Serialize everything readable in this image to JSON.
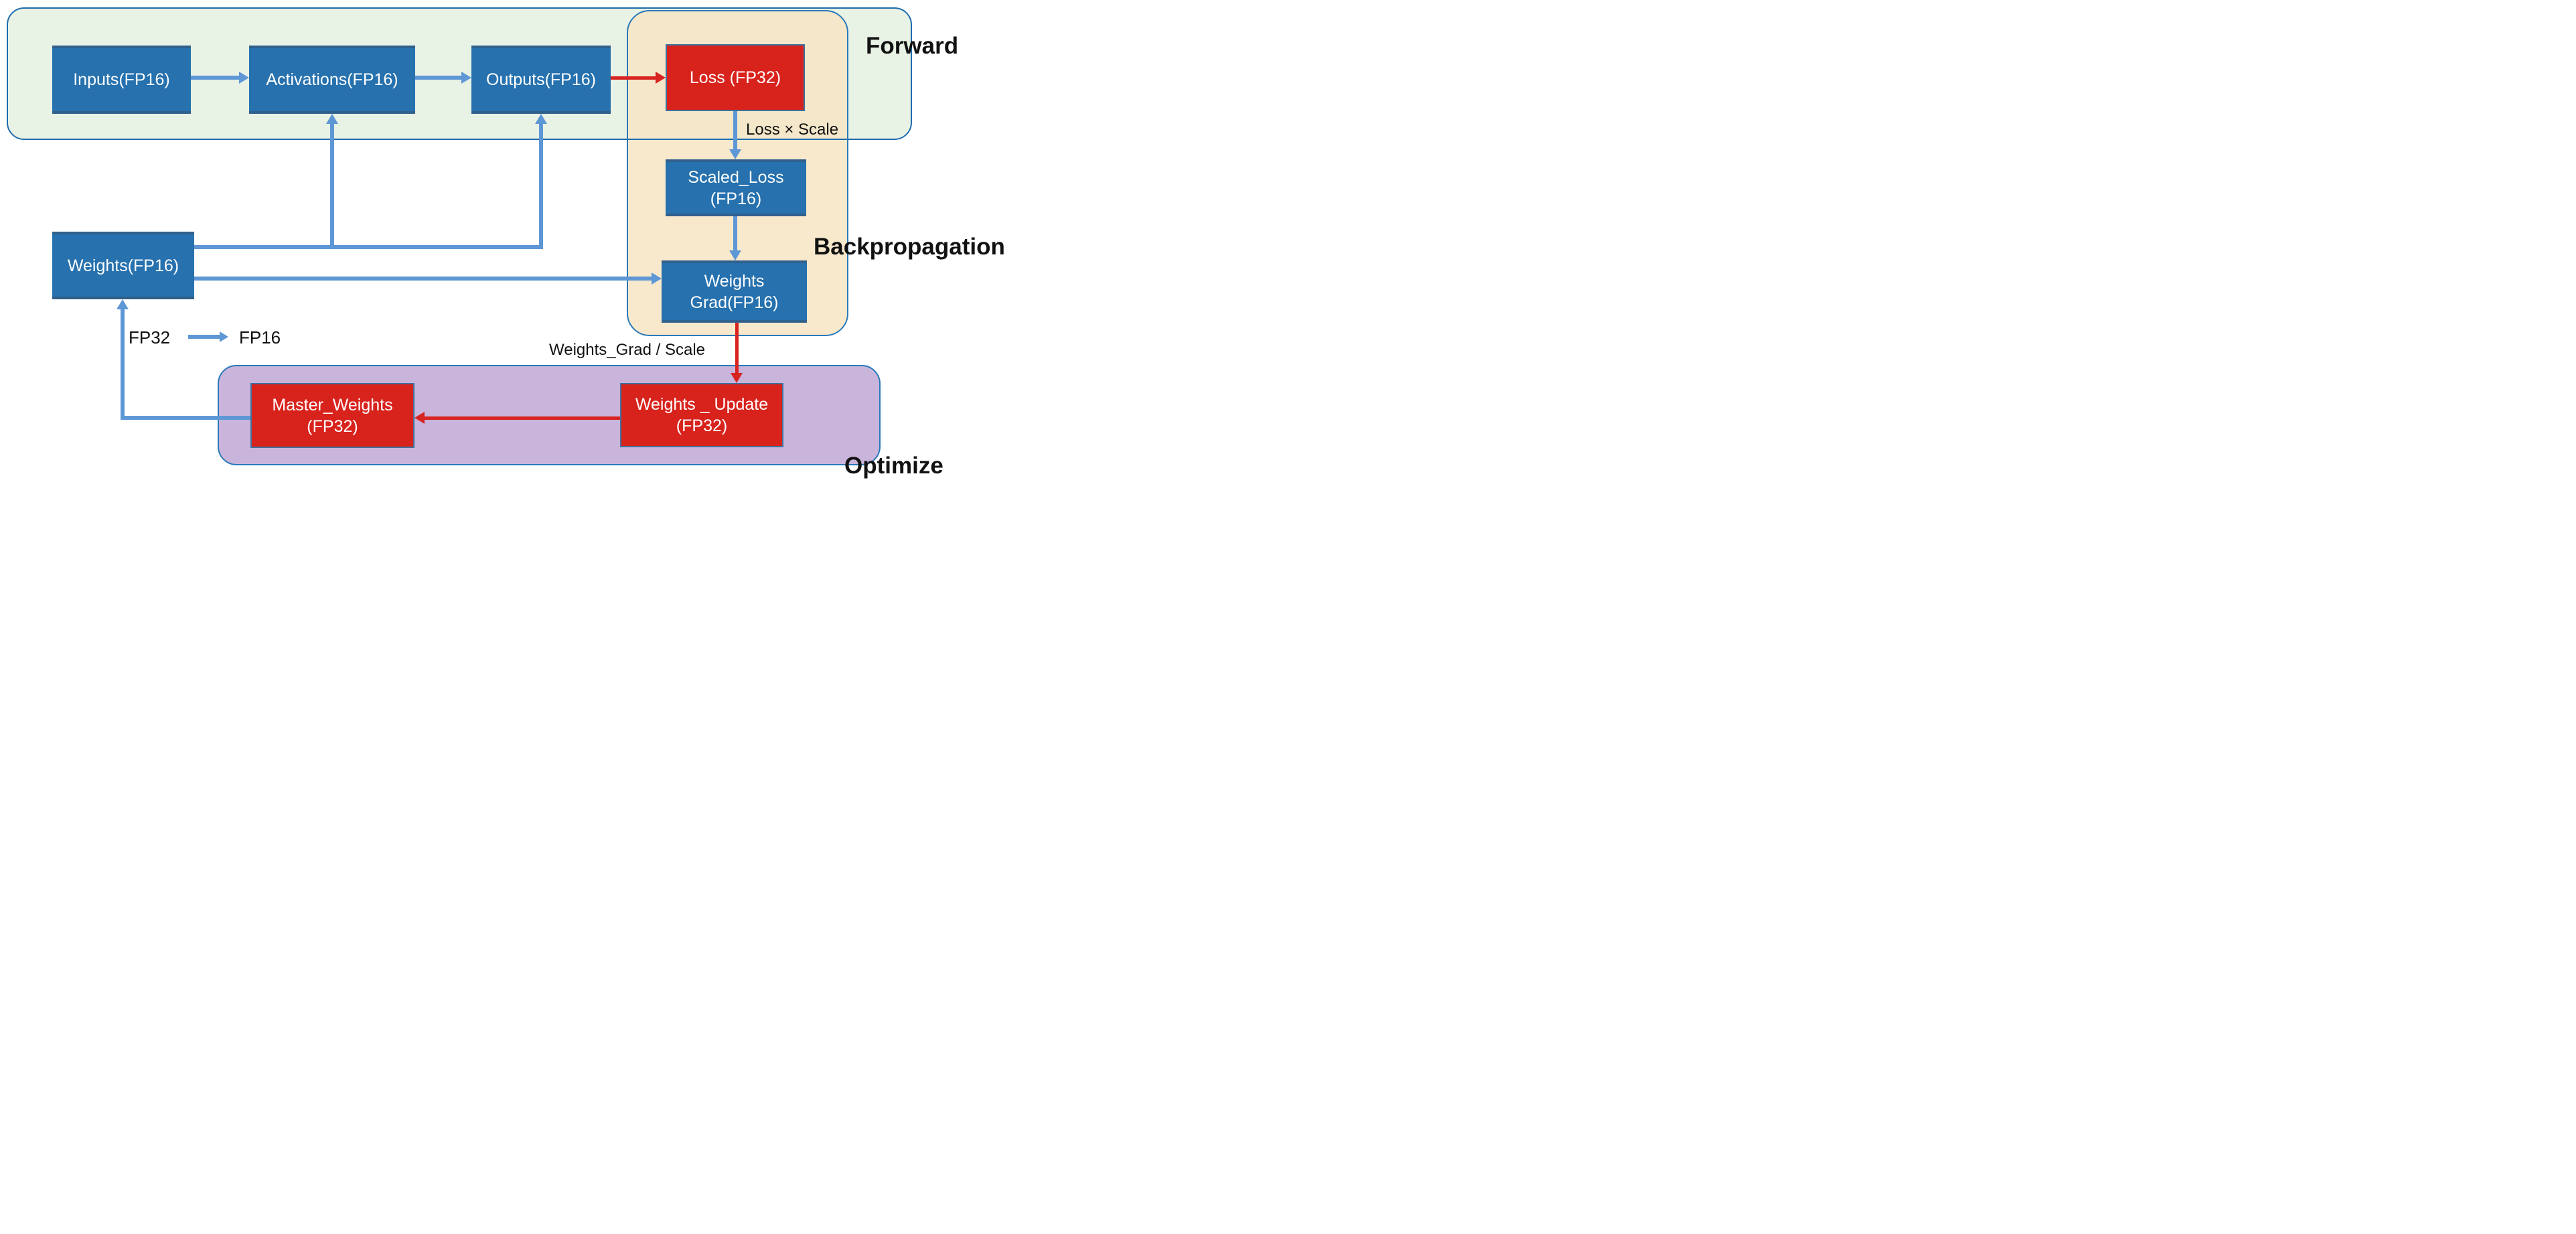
{
  "regions": {
    "forward": {
      "label": "Forward"
    },
    "backpropagation": {
      "label": "Backpropagation"
    },
    "optimize": {
      "label": "Optimize"
    }
  },
  "nodes": {
    "inputs": {
      "label": "Inputs(FP16)",
      "precision": "FP16"
    },
    "activations": {
      "label": "Activations(FP16)",
      "precision": "FP16"
    },
    "outputs": {
      "label": "Outputs(FP16)",
      "precision": "FP16"
    },
    "loss": {
      "label": "Loss (FP32)",
      "precision": "FP32"
    },
    "scaled_loss": {
      "line1": "Scaled_Loss",
      "line2": "(FP16)",
      "precision": "FP16"
    },
    "weights_grad": {
      "line1": "Weights",
      "line2": "Grad(FP16)",
      "precision": "FP16"
    },
    "weights": {
      "label": "Weights(FP16)",
      "precision": "FP16"
    },
    "master_weights": {
      "line1": "Master_Weights",
      "line2": "(FP32)",
      "precision": "FP32"
    },
    "weights_update": {
      "label": "Weights _ Update (FP32)",
      "precision": "FP32"
    }
  },
  "edge_labels": {
    "loss_scale": "Loss × Scale",
    "weights_grad_scale": "Weights_Grad / Scale"
  },
  "legend": {
    "from": "FP32",
    "to": "FP16"
  },
  "colors": {
    "node_blue": "#2671ae",
    "node_red": "#d8231d",
    "node_text": "#ffffff",
    "arrow_blue": "#5e97d5",
    "arrow_red": "#d82420",
    "region_forward_fill": "#e8f2e5",
    "region_backprop_fill": "#f7e6c6",
    "region_optimize_fill": "#c9b4db",
    "region_border": "#1e6cae",
    "region_border2": "#2a79ba",
    "label_text": "#111111"
  }
}
